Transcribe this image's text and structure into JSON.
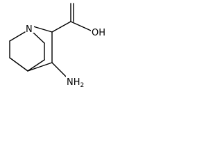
{
  "molecule": {
    "atoms": {
      "nitrogen": "N",
      "hydroxyl": "OH",
      "amine": "NH",
      "amine_subscript": "2"
    }
  }
}
